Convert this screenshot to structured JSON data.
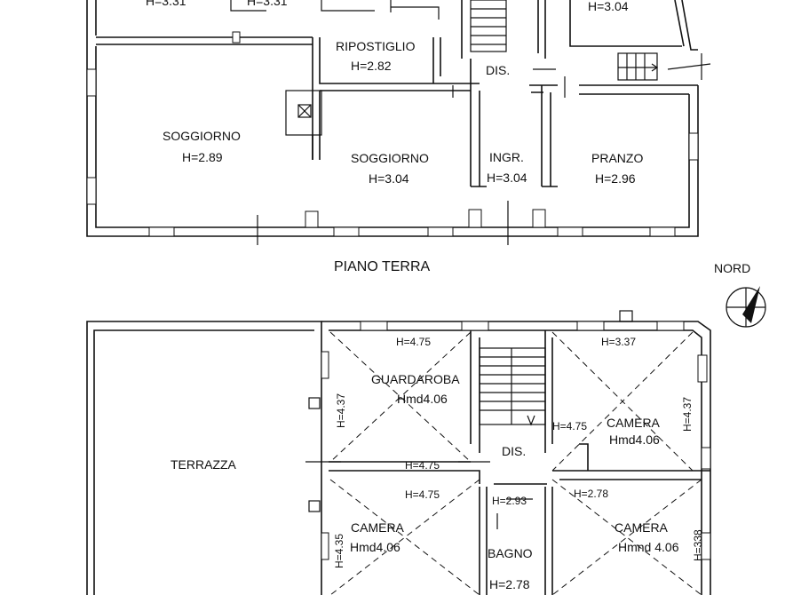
{
  "ground_floor": {
    "title": "PIANO TERRA",
    "rooms": [
      {
        "name": "",
        "height": "H=3.31"
      },
      {
        "name": "",
        "height": "H=3.31"
      },
      {
        "name": "",
        "height": "H=3.04"
      },
      {
        "name": "RIPOSTIGLIO",
        "height": "H=2.82"
      },
      {
        "name": "DIS.",
        "height": ""
      },
      {
        "name": "SOGGIORNO",
        "height": "H=2.89"
      },
      {
        "name": "SOGGIORNO",
        "height": "H=3.04"
      },
      {
        "name": "INGR.",
        "height": "H=3.04"
      },
      {
        "name": "PRANZO",
        "height": "H=2.96"
      }
    ]
  },
  "north": {
    "label": "NORD",
    "icon": "north-arrow-icon"
  },
  "first_floor": {
    "rooms": [
      {
        "name": "TERRAZZA"
      },
      {
        "name": "GUARDAROBA",
        "height": "Hmd4.06"
      },
      {
        "name": "CAMERA",
        "height": "Hmd4.06"
      },
      {
        "name": "DIS."
      },
      {
        "name": "CAMERA",
        "height": "Hmd4.06"
      },
      {
        "name": "BAGNO",
        "height": "H=2.78"
      },
      {
        "name": "CAMERA",
        "height": "Hmnd 4.06"
      }
    ],
    "heights": {
      "guardaroba_top": "H=4.75",
      "camera_ne_top": "H=3.37",
      "guardaroba_side": "H=4.37",
      "camera_ne_side": "H=4.37",
      "dis_a": "H=4.75",
      "dis_b": "H=4.75",
      "dis_c": "H=4.75",
      "dis_d": "H=2.78",
      "bagno_top": "H=2.93",
      "camera_sw_side": "H=4.35",
      "camera_se_side": "H=338"
    }
  },
  "colors": {
    "line": "#111111",
    "background": "#ffffff"
  }
}
